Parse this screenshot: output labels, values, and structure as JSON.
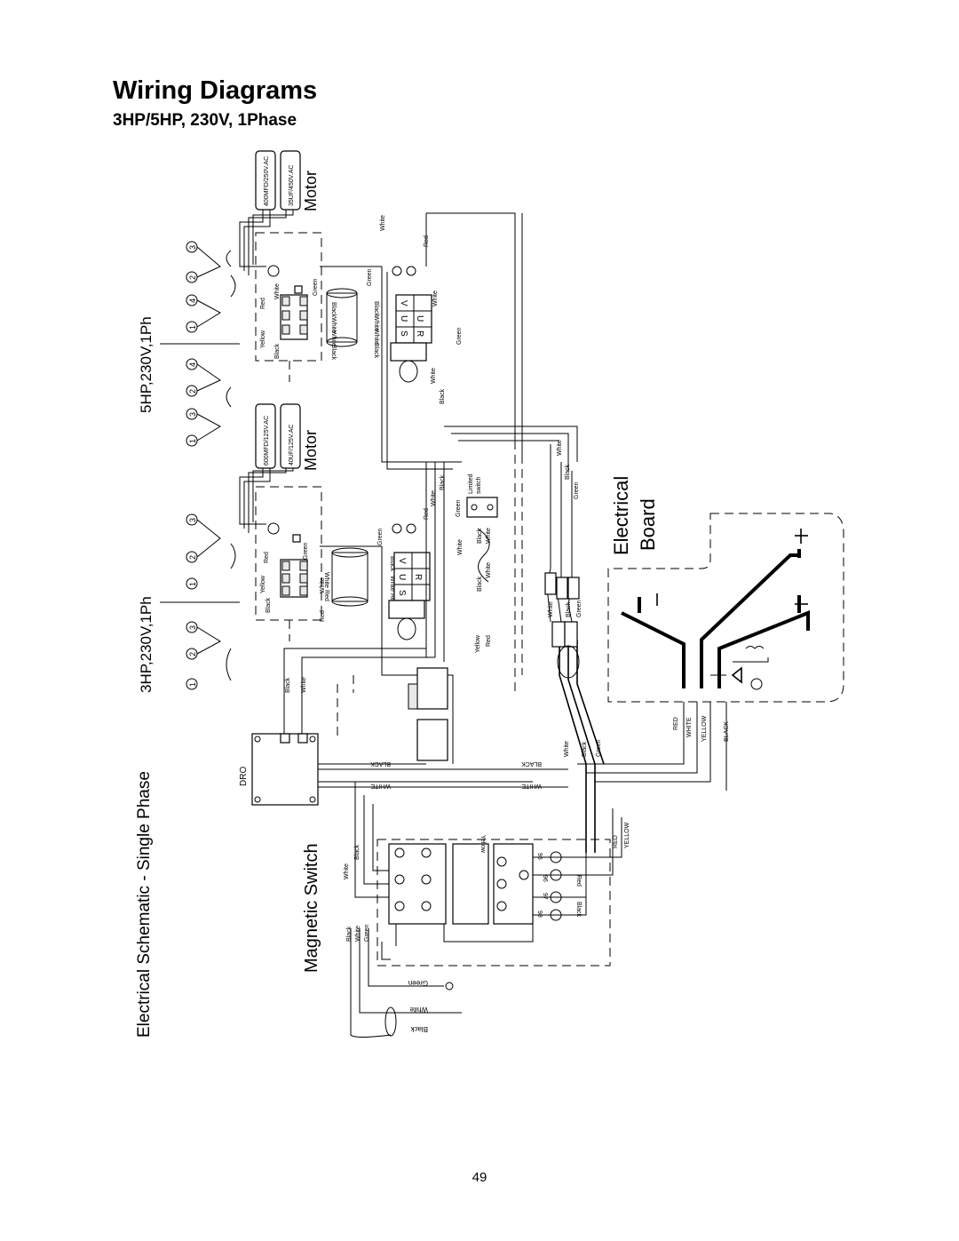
{
  "header": {
    "title": "Wiring Diagrams",
    "subtitle": "3HP/5HP, 230V, 1Phase"
  },
  "footer": {
    "page_number": "49"
  },
  "diagram": {
    "main_label": "Electrical Schematic - Single Phase",
    "magnetic_switch_label": "Magnetic Switch",
    "motor_3hp_label": "3HP,230V,1Ph",
    "motor_5hp_label": "5HP,230V,1Ph",
    "motor_label": "Motor",
    "board_label_line1": "Electrical",
    "board_label_line2": "Board",
    "dro_label": "DRO",
    "limit_switch_label_1": "Limited",
    "limit_switch_label_2": "switch",
    "capacitors": {
      "cap_5hp_run": "400MFD/250V.AC",
      "cap_5hp_start": "35UF/450V.AC",
      "cap_3hp_run": "600MFD/125V.AC",
      "cap_3hp_start": "40UF/125V.AC"
    },
    "wire_colors": {
      "black": "Black",
      "white": "White",
      "red": "Red",
      "green": "Green",
      "yellow": "Yellow",
      "black_caps": "BLACK",
      "white_caps": "WHITE",
      "red_caps": "RED",
      "yellow_caps": "YELLOW"
    },
    "terminal_numbers": [
      "1",
      "2",
      "3",
      "4"
    ],
    "terminal_letters": [
      "U",
      "V",
      "R",
      "S"
    ],
    "contact_numbers": [
      "95",
      "96",
      "97",
      "98"
    ]
  }
}
